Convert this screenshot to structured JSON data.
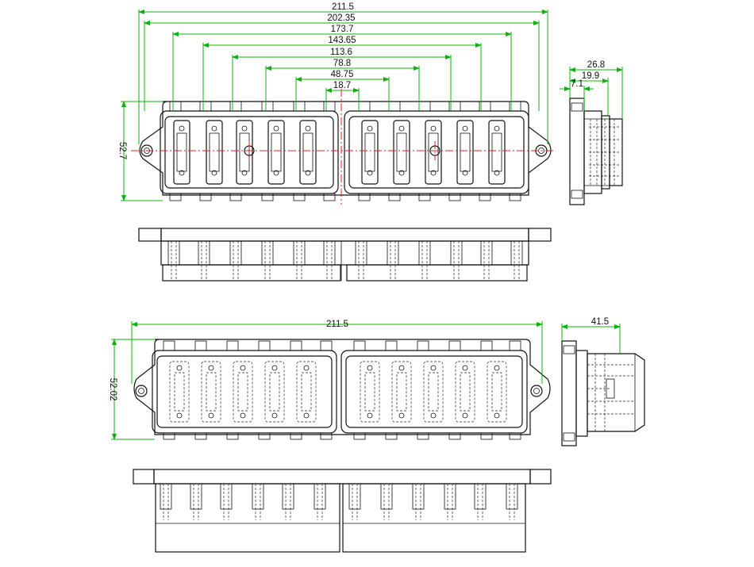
{
  "colors": {
    "outline": "#111111",
    "dimension": "#10b010",
    "centerline": "#e02020",
    "background": "#ffffff"
  },
  "top_view": {
    "widths": [
      "211.5",
      "202.35",
      "173.7",
      "143.65",
      "113.6",
      "78.8",
      "48.75",
      "18.7"
    ],
    "height": "52.7"
  },
  "side_view": {
    "dims": [
      "26.8",
      "19.9",
      "7.1"
    ]
  },
  "bottom_view": {
    "width": "211.5",
    "height": "52.02"
  },
  "bottom_side_view": {
    "depth": "41.5"
  }
}
